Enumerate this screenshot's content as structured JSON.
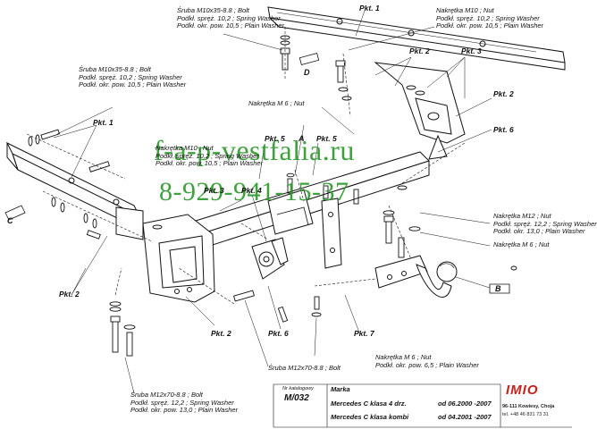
{
  "watermark": {
    "site": "f-a-p-vestfalia.ru",
    "phone": "8-929-941-15-37"
  },
  "labels": {
    "bolt_top": [
      "Śruba M10x35-8.8 ;  Bolt",
      "Podkł. spręż. 10,2 ; Spring Washer",
      "Podkł.  okr. pow. 10,5 ; Plain Washer"
    ],
    "bolt_left": [
      "Śruba M10x35-8.8 ;  Bolt",
      "Podkł. spręż. 10,2 ; Spring Washer",
      "Podkł.  okr. pow. 10,5 ; Plain Washer"
    ],
    "nut_top_right": [
      "Nakrętka  M10 ; Nut",
      "Podkł. spręż. 10,2 ; Spring Washer",
      "Podkł.  okr. pow. 10,5 ; Plain Washer"
    ],
    "nut_center": [
      "Nakrętka  M10 ; Nut",
      "Podkł. spręż. 10,2 ; Spring Washer",
      "Podkł.  okr. pow. 10,5 ; Plain Washer"
    ],
    "nut_m6_top": "Nakrętka  M 6 ; Nut",
    "nut_m12_right": [
      "Nakrętka  M12 ; Nut",
      "Podkł. spręż. 12,2 ; Spring Washer",
      "Podkł.  okr. 13,0 ; Plain Washer"
    ],
    "nut_m6_right": "Nakrętka  M 6 ; Nut",
    "nut_m6_bottom": [
      "Nakrętka  M 6 ; Nut",
      "Podkł.  okr. pow. 6,5 ; Plain Washer"
    ],
    "bolt_m12_center": "Śruba M12x70-8.8 ;  Bolt",
    "bolt_m12_left": [
      "Śruba M12x70-8.8 ;  Bolt",
      "Podkł. spręż. 12,2 ; Spring Washer",
      "Podkł.  okr. pow. 13,0 ; Plain Washer"
    ]
  },
  "points": {
    "pkt1_top": "Pkt. 1",
    "pkt1_left": "Pkt. 1",
    "pkt2_top": "Pkt. 2",
    "pkt3": "Pkt. 3",
    "pkt2_right": "Pkt. 2",
    "pkt6_right": "Pkt. 6",
    "pkt5_a": "Pkt. 5",
    "pkt5_b": "Pkt. 5",
    "pkt3_center": "Pkt. 3",
    "pkt4": "Pkt. 4",
    "pkt2_left": "Pkt. 2",
    "pkt2_bottom": "Pkt. 2",
    "pkt6_bottom": "Pkt. 6",
    "pkt7": "Pkt. 7"
  },
  "letters": {
    "a": "A",
    "b": "B",
    "c": "C",
    "d": "D"
  },
  "title_block": {
    "catalog_label": "Nr katalogowy",
    "brand_label": "Marka",
    "catalog_number": "M/032",
    "model_1": "Mercedes C klasa 4 drz.",
    "date_1": "od 06.2000 -2007",
    "model_2": "Mercedes C klasa kombi",
    "date_2": "od 04.2001 -2007",
    "company": "IMIO",
    "address": "96-111 Kowiesy, Choja",
    "phone": "tel. +48 46 831 73 31"
  }
}
